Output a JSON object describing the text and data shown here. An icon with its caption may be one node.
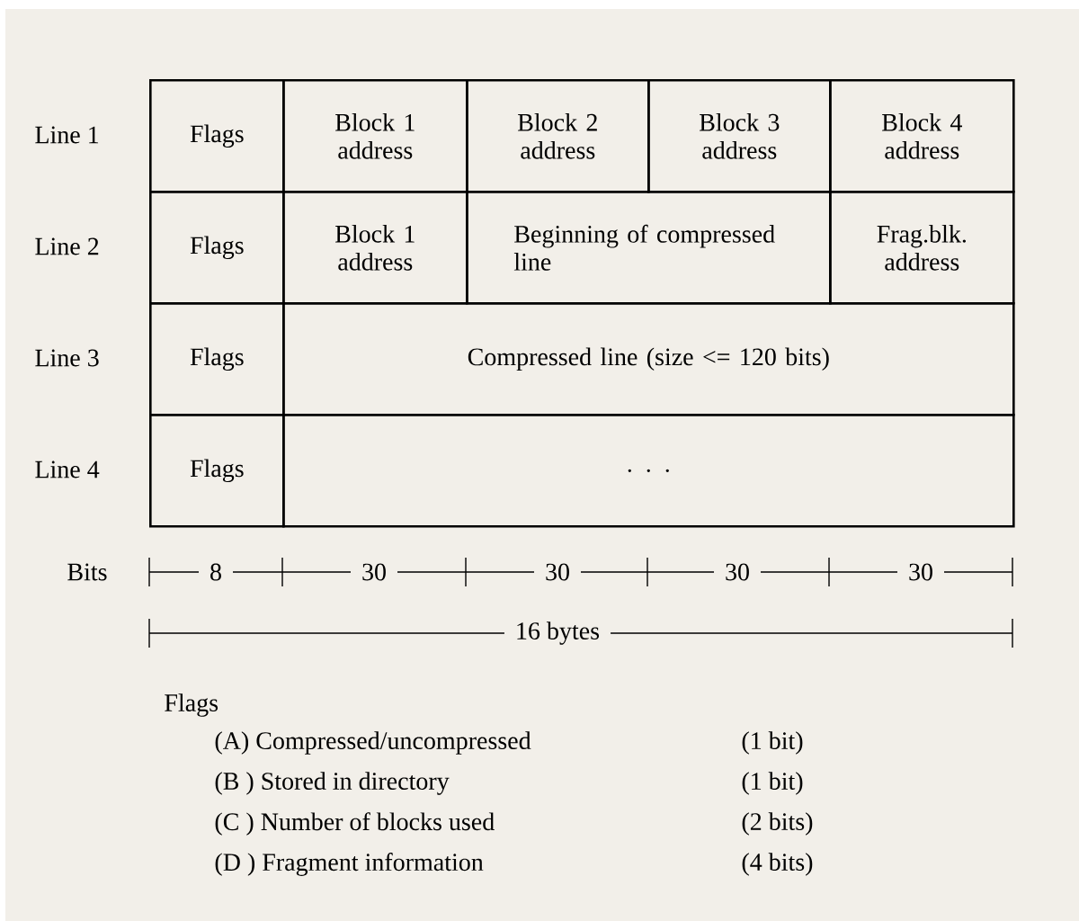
{
  "diagram": {
    "nodes": [
      {
        "text": [
          "Flags"
        ]
      },
      {
        "text": [
          "Block 1 address"
        ]
      },
      {
        "text": [
          "Block 2 address"
        ]
      },
      {
        "text": [
          "Block 3 address"
        ]
      },
      {
        "text": [
          "Block 4 address"
        ]
      },
      {
        "text": [
          "Flags"
        ]
      },
      {
        "text": [
          "Block 1 address"
        ]
      },
      {
        "text": [
          "Beginning of compressed line"
        ]
      },
      {
        "text": [
          "Frag.blk. address"
        ]
      },
      {
        "text": [
          "Flags"
        ]
      },
      {
        "text": [
          "Compressed line (size <= 120 bits)"
        ]
      },
      {
        "text": [
          "Flags"
        ]
      },
      {
        "text": [
          ". . ."
        ]
      }
    ],
    "labels": [
      "Line 1",
      "Line 2",
      "Line 3",
      "Line 4",
      "Bits",
      "8",
      "30",
      "30",
      "30",
      "30",
      "16 bytes",
      "Flags",
      "(A) Compressed/uncompressed",
      "(1 bit)",
      "(B ) Stored in directory",
      "(1 bit)",
      "(C ) Number of blocks used",
      "(2 bits)",
      "(D ) Fragment information",
      "(4 bits)"
    ]
  }
}
